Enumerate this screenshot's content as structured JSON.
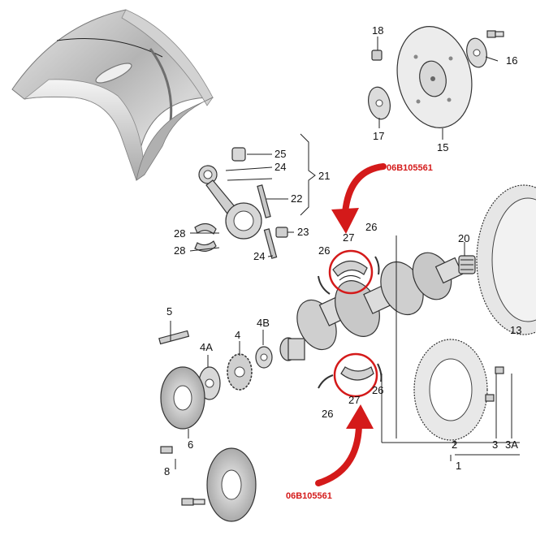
{
  "diagram": {
    "part_number_top": "06B105561",
    "part_number_bottom": "06B105561",
    "callouts": {
      "c1": "1",
      "c2": "2",
      "c3": "3",
      "c3A": "3A",
      "c4": "4",
      "c4A": "4A",
      "c4B": "4B",
      "c5": "5",
      "c6": "6",
      "c8": "8",
      "c13": "13",
      "c15": "15",
      "c16": "16",
      "c17": "17",
      "c18": "18",
      "c20": "20",
      "c21": "21",
      "c22": "22",
      "c23": "23",
      "c24a": "24",
      "c24b": "24",
      "c25": "25",
      "c26a": "26",
      "c26b": "26",
      "c26c": "26",
      "c26d": "26",
      "c27a": "27",
      "c27b": "27",
      "c28a": "28",
      "c28b": "28"
    },
    "colors": {
      "highlight": "#d41a1a",
      "line": "#222222",
      "metal": "#c8c8c8"
    },
    "icons": {
      "bearing_photo": "bearing-shell-photo"
    }
  }
}
